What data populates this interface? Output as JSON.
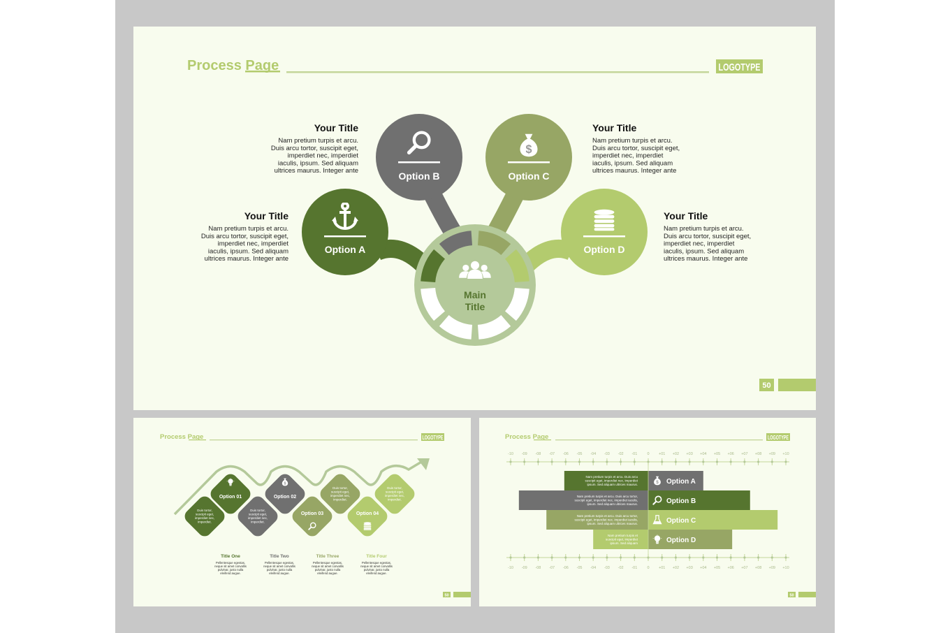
{
  "colors": {
    "dark_green": "#56752f",
    "gray": "#707070",
    "olive": "#97a665",
    "light_green": "#b3cb6e",
    "ring": "#b4c99a",
    "slide_bg": "#f8fcee",
    "frame": "#c8c8c8",
    "accent_text": "#b3cb6e"
  },
  "main_slide": {
    "header": {
      "title_word1": "Process",
      "title_word2": "Page",
      "logotype": "LOGOTYPE"
    },
    "page_number": "50",
    "center": {
      "icon": "people-icon",
      "line1": "Main",
      "line2": "Title"
    },
    "options": [
      {
        "label": "Option A",
        "icon": "anchor-icon",
        "color": "#56752f"
      },
      {
        "label": "Option B",
        "icon": "magnifier-icon",
        "color": "#707070"
      },
      {
        "label": "Option C",
        "icon": "money-bag-icon",
        "color": "#97a665"
      },
      {
        "label": "Option D",
        "icon": "coins-icon",
        "color": "#b3cb6e"
      }
    ],
    "text_blocks": [
      {
        "title": "Your Title",
        "lines": [
          "Nam pretium turpis et arcu.",
          "Duis arcu tortor, suscipit eget,",
          "imperdiet nec, imperdiet",
          "iaculis, ipsum. Sed aliquam",
          "ultrices maurus. Integer ante"
        ]
      },
      {
        "title": "Your Title",
        "lines": [
          "Nam pretium turpis et arcu.",
          "Duis arcu tortor, suscipit eget,",
          "imperdiet nec, imperdiet",
          "iaculis, ipsum. Sed aliquam",
          "ultrices maurus. Integer ante"
        ]
      },
      {
        "title": "Your Title",
        "lines": [
          "Nam pretium turpis et arcu.",
          "Duis arcu tortor, suscipit eget,",
          "imperdiet nec, imperdiet",
          "iaculis, ipsum. Sed aliquam",
          "ultrices maurus. Integer ante"
        ]
      },
      {
        "title": "Your Title",
        "lines": [
          "Nam pretium turpis et arcu.",
          "Duis arcu tortor, suscipit eget,",
          "imperdiet nec, imperdiet",
          "iaculis, ipsum. Sed aliquam",
          "ultrices maurus. Integer ante"
        ]
      }
    ]
  },
  "wave_slide": {
    "header": {
      "title_word1": "Process",
      "title_word2": "Page",
      "logotype": "LOGOTYPE"
    },
    "page_number": "50",
    "options": [
      {
        "label": "Option 01",
        "icon": "lightbulb-icon"
      },
      {
        "label": "Option 02",
        "icon": "money-bag-icon"
      },
      {
        "label": "Option 03",
        "icon": "magnifier-icon"
      },
      {
        "label": "Option 04",
        "icon": "coins-icon"
      }
    ],
    "diamond_text": [
      "Duis tortor,",
      "suscipit eget,",
      "imperdiet nec,",
      "imperdiet."
    ],
    "titles": [
      {
        "title": "Title One",
        "lines": [
          "Pellentesque egestas,",
          "neque sit amet convallis",
          "pulvinar, justo nulla",
          "eleifend augue."
        ]
      },
      {
        "title": "Title Two",
        "lines": [
          "Pellentesque egestas,",
          "neque sit amet convallis",
          "pulvinar, justo nulla",
          "eleifend augue."
        ]
      },
      {
        "title": "Title Three",
        "lines": [
          "Pellentesque egestas,",
          "neque sit amet convallis",
          "pulvinar, justo nulla",
          "eleifend augue."
        ]
      },
      {
        "title": "Title Four",
        "lines": [
          "Pellentesque egestas,",
          "neque sit amet convallis",
          "pulvinar, justo nulla",
          "eleifend augue."
        ]
      }
    ]
  },
  "bar_slide": {
    "header": {
      "title_word1": "Process",
      "title_word2": "Page",
      "logotype": "LOGOTYPE"
    },
    "page_number": "50",
    "axis_ticks": [
      "-10",
      "-09",
      "-08",
      "-07",
      "-06",
      "-05",
      "-04",
      "-03",
      "-02",
      "-01",
      "0",
      "+01",
      "+02",
      "+03",
      "+04",
      "+05",
      "+06",
      "+07",
      "+08",
      "+09",
      "+10"
    ],
    "axis_range": [
      -10,
      10
    ],
    "rows": [
      {
        "label": "Option A",
        "icon": "money-bag-icon",
        "left": -6.1,
        "right": 4.0,
        "left_color": "#56752f",
        "right_color": "#707070",
        "lines": [
          "Nam pretium turpis et arcu. Duis arcu",
          "suscipit eget, imperdiet nec, imperdiet",
          "ipsum. Sed aliquam ultrices maurus."
        ]
      },
      {
        "label": "Option B",
        "icon": "magnifier-icon",
        "left": -9.4,
        "right": 7.4,
        "left_color": "#707070",
        "right_color": "#56752f",
        "lines": [
          "Nam pretium turpis et arcu. Duis arcu tortor,",
          "suscipit eget, imperdiet nec, imperdiet iaculis,",
          "ipsum. Sed aliquam ultrices maurus."
        ]
      },
      {
        "label": "Option C",
        "icon": "flask-icon",
        "left": -7.4,
        "right": 9.4,
        "left_color": "#97a665",
        "right_color": "#b3cb6e",
        "lines": [
          "Nam pretium turpis et arcu. Duis arcu tortor,",
          "suscipit eget, imperdiet nec, imperdiet iaculis,",
          "ipsum. Sed aliquam ultrices maurus."
        ]
      },
      {
        "label": "Option D",
        "icon": "lightbulb-icon",
        "left": -4.0,
        "right": 6.1,
        "left_color": "#b3cb6e",
        "right_color": "#97a665",
        "lines": [
          "Nam pretium turpis et",
          "suscipit eget, imperdiet",
          "ipsum. Sed aliquam"
        ]
      }
    ]
  }
}
